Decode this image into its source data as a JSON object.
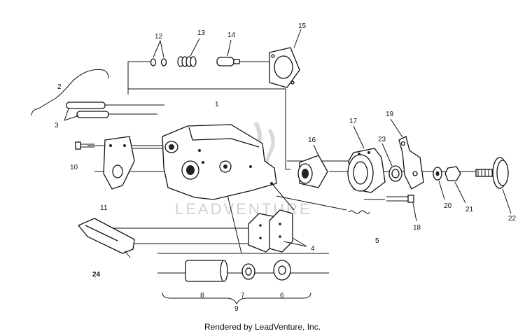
{
  "watermark": "LEADVENTURE",
  "footer": "Rendered by LeadVenture, Inc.",
  "callouts": {
    "c1": "1",
    "c2": "2",
    "c3": "3",
    "c4": "4",
    "c5": "5",
    "c6": "6",
    "c7": "7",
    "c8": "8",
    "c9": "9",
    "c10": "10",
    "c11": "11",
    "c12": "12",
    "c13": "13",
    "c14": "14",
    "c15": "15",
    "c16": "16",
    "c17": "17",
    "c18": "18",
    "c19": "19",
    "c20": "20",
    "c21": "21",
    "c22": "22",
    "c23": "23",
    "c24": "24"
  }
}
